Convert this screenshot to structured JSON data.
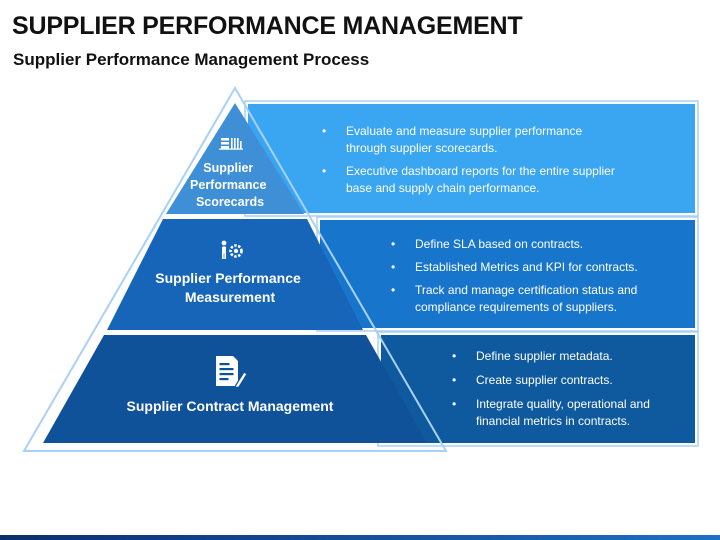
{
  "page": {
    "title": "SUPPLIER PERFORMANCE MANAGEMENT",
    "subtitle": "Supplier Performance Management Process"
  },
  "colors": {
    "tier1": "#3f8fd6",
    "tier2": "#1665b8",
    "tier3": "#0f5299",
    "panel1": "#3aa6f2",
    "panel2": "#1776cc",
    "panel3": "#0f5a9e",
    "outline": "#a9d1f5"
  },
  "tiers": [
    {
      "icon": "scorecard-chart-icon",
      "label_lines": [
        "Supplier",
        "Performance",
        "Scorecards"
      ],
      "bullets": [
        [
          "Evaluate and measure supplier performance",
          "through supplier scorecards."
        ],
        [
          "Executive dashboard reports for the entire supplier",
          "base and supply chain performance."
        ]
      ]
    },
    {
      "icon": "measurement-person-icon",
      "label_lines": [
        "Supplier Performance",
        "Measurement"
      ],
      "bullets": [
        [
          "Define SLA based on contracts."
        ],
        [
          "Established Metrics and KPI for contracts."
        ],
        [
          "Track and manage certification status and",
          "compliance requirements of suppliers."
        ]
      ]
    },
    {
      "icon": "contract-document-icon",
      "label_lines": [
        "Supplier Contract Management"
      ],
      "bullets": [
        [
          "Define supplier metadata."
        ],
        [
          "Create supplier contracts."
        ],
        [
          "Integrate quality, operational and",
          "financial metrics in contracts."
        ]
      ]
    }
  ]
}
